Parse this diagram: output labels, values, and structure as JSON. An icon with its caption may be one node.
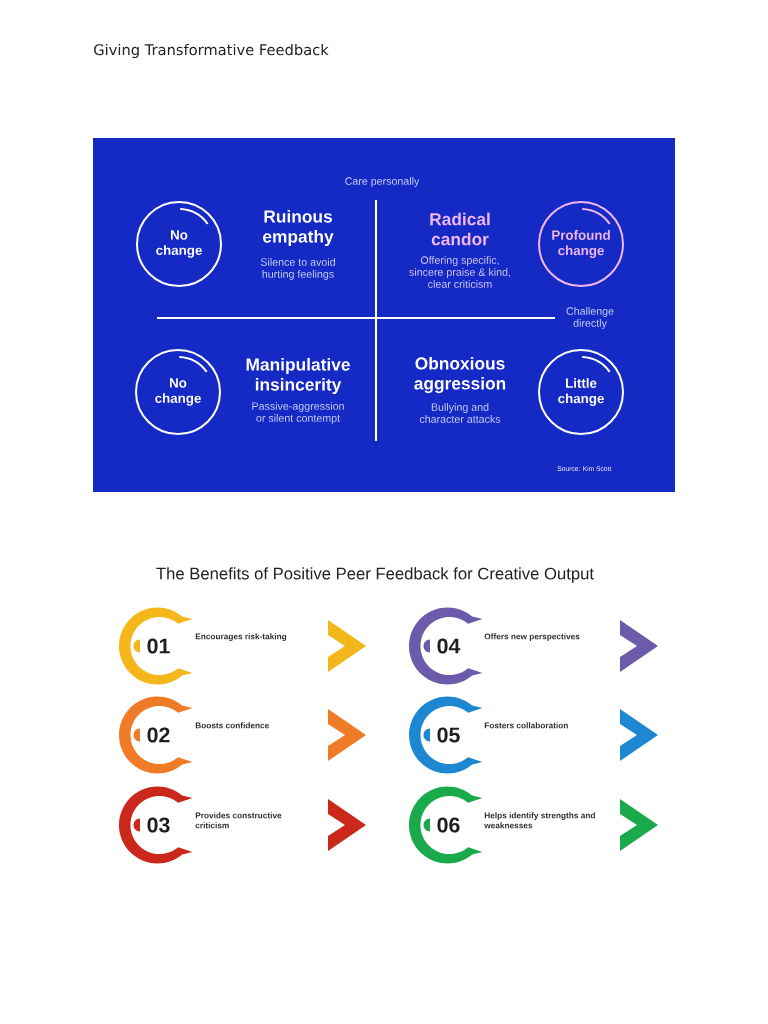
{
  "diagram": {
    "title": "Giving Transformative Feedback",
    "nodes": [
      {
        "text": [
          "No change"
        ]
      },
      {
        "text": [
          "Profound change"
        ]
      },
      {
        "text": [
          "No change"
        ]
      },
      {
        "text": [
          "Little change"
        ]
      },
      {
        "text": [
          "01"
        ],
        "beside": [
          "Encourages risk-taking"
        ]
      },
      {
        "text": [
          "02"
        ],
        "beside": [
          "Boosts confidence"
        ]
      },
      {
        "text": [
          "03"
        ],
        "beside": [
          "Provides constructive criticism"
        ]
      },
      {
        "text": [
          "04"
        ],
        "beside": [
          "Offers new perspectives"
        ]
      },
      {
        "text": [
          "05"
        ],
        "beside": [
          "Fosters collaboration"
        ]
      },
      {
        "text": [
          "06"
        ],
        "beside": [
          "Helps identify strengths and weaknesses"
        ]
      }
    ],
    "labels": [
      "Care personally",
      "Ruinous empathy",
      "Silence to avoid hurting feelings",
      "Radical candor",
      "Offering specific, sincere praise & kind, clear criticism",
      "Challenge directly",
      "Manipulative insincerity",
      "Passive-aggression or silent contempt",
      "Obnoxious aggression",
      "Bullying and character attacks",
      "Source: Kim Scott",
      "The Benefits of Positive Peer Feedback for Creative Output"
    ]
  }
}
